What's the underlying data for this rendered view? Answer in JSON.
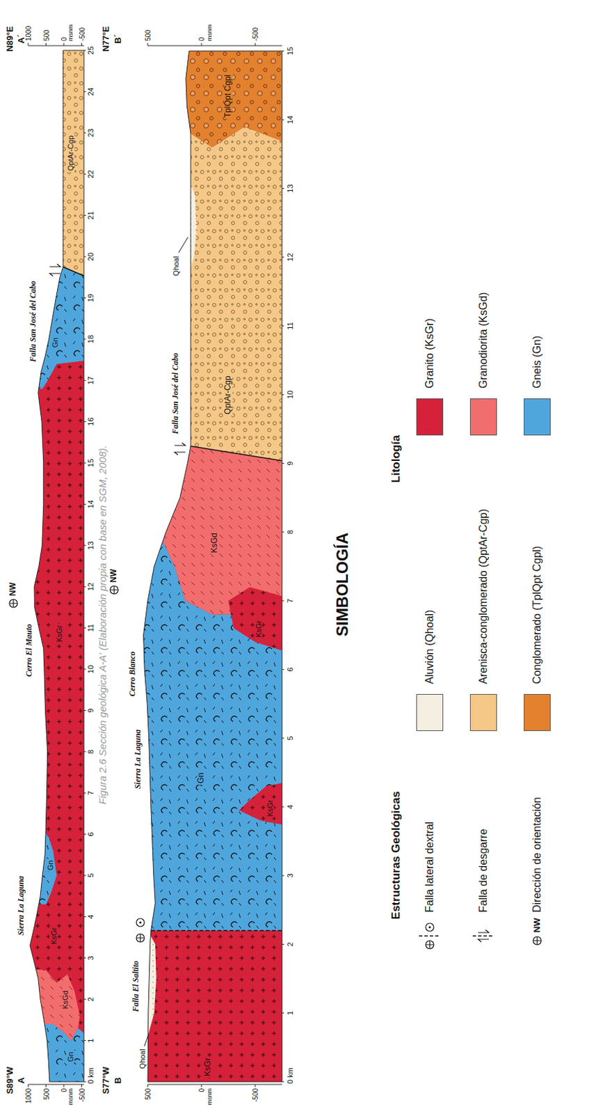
{
  "diagram": {
    "caption": "Figura 2.6 Sección geológica A-A' (Elaboración propia con base en SGM, 2008).",
    "labels": [
      "S89°W",
      "A",
      "1000",
      "500",
      "0",
      "msnm",
      "-500",
      "N89°E",
      "A´",
      "1000",
      "500",
      "0",
      "msnm",
      "-500",
      "0 km",
      "1",
      "2",
      "3",
      "4",
      "5",
      "6",
      "7",
      "8",
      "9",
      "10",
      "11",
      "12",
      "13",
      "14",
      "15",
      "16",
      "17",
      "18",
      "19",
      "20",
      "21",
      "22",
      "23",
      "24",
      "25",
      "NW",
      "Sierra La Laguna",
      "Cerro El Mauto",
      "Falla San José del Cabo",
      "Gn",
      "KsGd",
      "KsGr",
      "Gn",
      "KsGr",
      "Gn",
      "QptAr-Cgp",
      "S77°W",
      "B",
      "500",
      "0",
      "msnm",
      "-500",
      "N77°E",
      "B´",
      "500",
      "0",
      "msnm",
      "-500",
      "0 km",
      "1",
      "2",
      "3",
      "4",
      "5",
      "6",
      "7",
      "8",
      "9",
      "10",
      "11",
      "12",
      "13",
      "14",
      "15",
      "NW",
      "Qhoal",
      "Falla El Saltito",
      "Sierra La Laguna",
      "Cerro Blanco",
      "Gn",
      "KsGr",
      "KsGr",
      "KsGr",
      "KsGd",
      "Falla San José del Cabo",
      "Qhoal",
      "QptAr-Cgp",
      "TplQpt Cgpl",
      "SIMBOLOGÍA",
      "Estructuras Geológicas",
      "Litología",
      "NW"
    ],
    "legend": [
      {
        "text": "Falla lateral dextral"
      },
      {
        "text": "Falla de desgarre"
      },
      {
        "text": "Dirección de orientación"
      },
      {
        "text": "Aluvión (Qhoal)",
        "color": "#f4efe1"
      },
      {
        "text": "Arenisca-conglomerado (QptAr-Cgp)",
        "color": "#f6c888"
      },
      {
        "text": "Conglomerado (TplQpt Cgpl)",
        "color": "#e3812f"
      },
      {
        "text": "Granito (KsGr)",
        "color": "#d6213a"
      },
      {
        "text": "Granodiorita (KsGd)",
        "color": "#f26e6e"
      },
      {
        "text": "Gneis (Gn)",
        "color": "#4fa6dd"
      }
    ]
  }
}
